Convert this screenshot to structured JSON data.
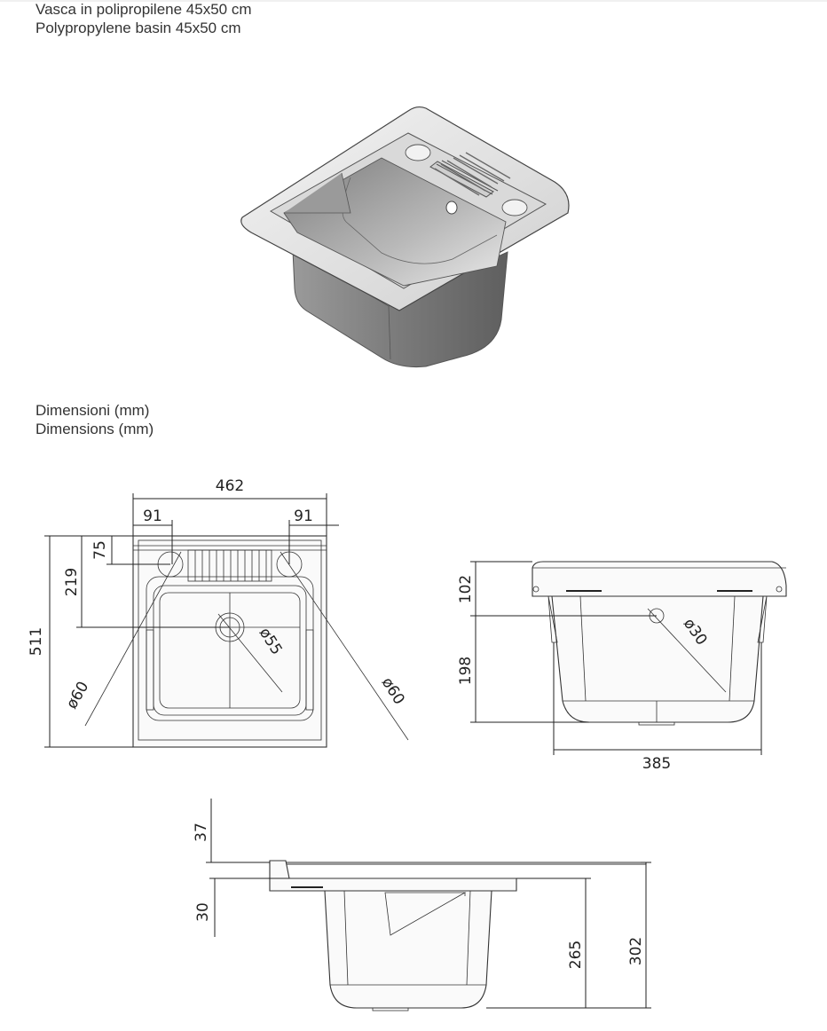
{
  "header": {
    "title_it": "Vasca in polipropilene 45x50 cm",
    "title_en": "Polypropylene basin 45x50 cm"
  },
  "dimensions_caption": {
    "it": "Dimensioni (mm)",
    "en": "Dimensions (mm)"
  },
  "top_view": {
    "overall_width": "462",
    "left_margin": "91",
    "right_margin": "91",
    "depth_75": "75",
    "depth_219": "219",
    "overall_depth": "511",
    "hole_left": "ø60",
    "hole_right": "ø60",
    "drain": "ø55"
  },
  "side_view": {
    "height_102": "102",
    "height_198": "198",
    "hole": "ø30",
    "width": "385"
  },
  "front_view": {
    "rim_37": "37",
    "rim_30": "30",
    "bowl_265": "265",
    "total_302": "302"
  },
  "colors": {
    "line": "#222222",
    "render_light": "#e8e8e8",
    "render_dark": "#6f6f6f"
  }
}
